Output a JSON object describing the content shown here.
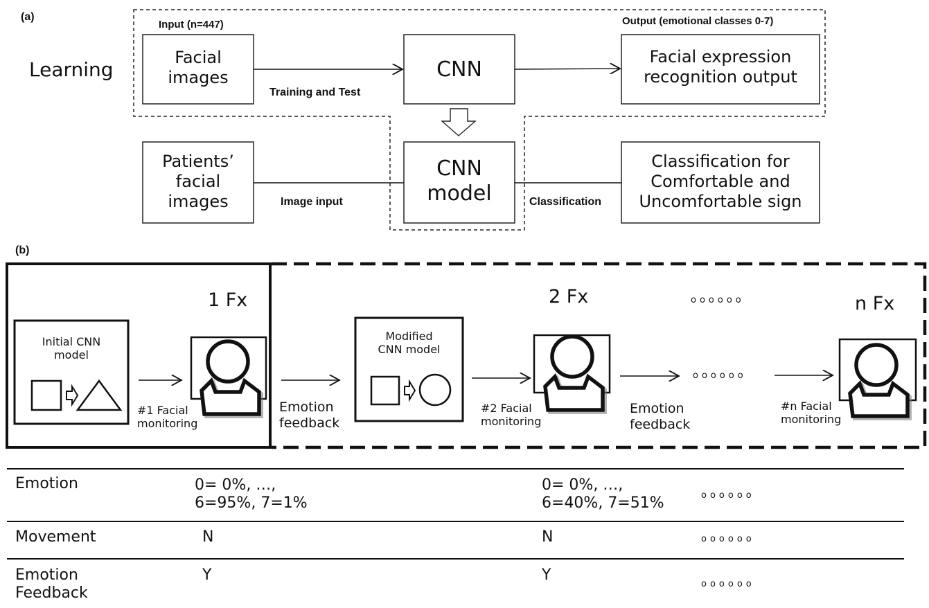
{
  "panel_a": {
    "label": "(a)",
    "row_label": "Learning",
    "input_label": "Input (n=447)",
    "output_label": "Output (emotional classes 0-7)",
    "box_facial_images": "Facial\nimages",
    "box_cnn": "CNN",
    "box_fer_output": "Facial expression\nrecognition output",
    "edge_training": "Training and Test",
    "box_patients_images": "Patients’\nfacial\nimages",
    "box_cnn_model": "CNN\nmodel",
    "box_classification": "Classification for\nComfortable and\nUncomfortable sign",
    "edge_image_input": "Image input",
    "edge_classification": "Classification"
  },
  "panel_b": {
    "label": "(b)",
    "fx1": "1  Fx",
    "fx2": "2  Fx",
    "fxn": "n  Fx",
    "initial_model": "Initial  CNN\nmodel",
    "modified_model": "Modified\nCNN  model",
    "monitoring_1": "#1  Facial\nmonitoring",
    "monitoring_2": "#2  Facial\nmonitoring",
    "monitoring_n": "#n  Facial\nmonitoring",
    "feedback_1": "Emotion\nfeedback",
    "feedback_2": "Emotion\nfeedback",
    "dots": "oooooo"
  },
  "table": {
    "rows": [
      {
        "label": "Emotion",
        "col1": "0=  0%,  …,\n6=95%,  7=1%",
        "col2": "0=  0%,  …,\n6=40%,  7=51%",
        "col3": "oooooo"
      },
      {
        "label": "Movement",
        "col1": "N",
        "col2": "N",
        "col3": "oooooo"
      },
      {
        "label": "Emotion\nFeedback",
        "col1": "Y",
        "col2": "Y",
        "col3": "oooooo"
      }
    ]
  }
}
